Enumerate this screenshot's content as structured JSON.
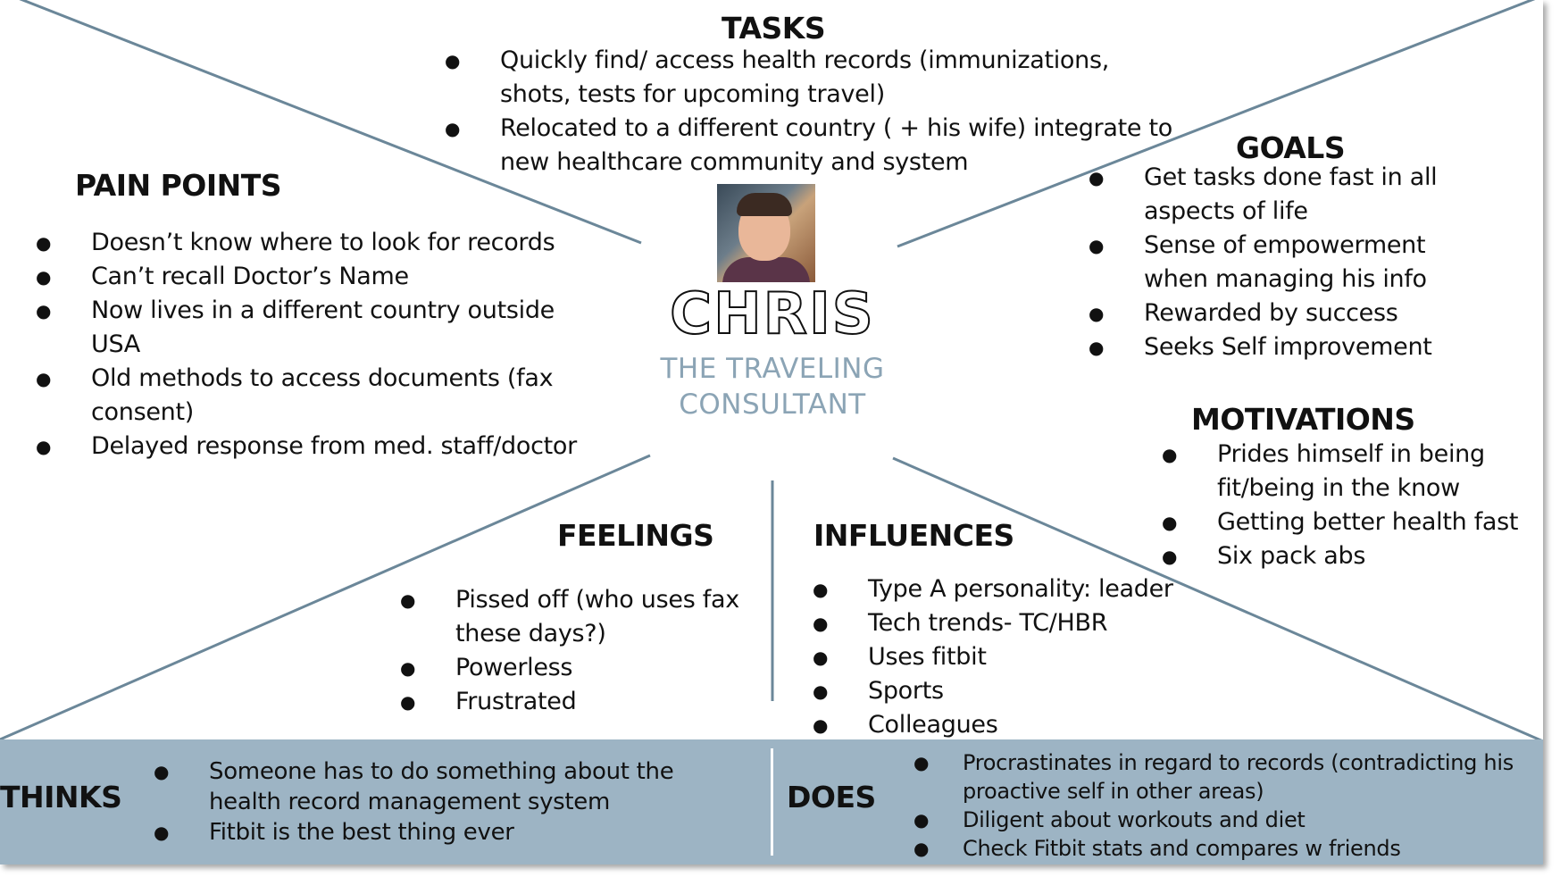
{
  "persona": {
    "name": "CHRIS",
    "subtitle": "THE TRAVELING CONSULTANT"
  },
  "tasks": {
    "heading": "TASKS",
    "items": [
      "Quickly find/ access health records (immunizations, shots, tests  for upcoming travel)",
      "Relocated to a  different country ( + his wife) integrate to new healthcare community and system"
    ]
  },
  "pain_points": {
    "heading": "PAIN POINTS",
    "items": [
      "Doesn’t know where to look for records",
      "Can’t recall Doctor’s Name",
      "Now lives in a different country outside USA",
      "Old methods to access documents (fax consent)",
      "Delayed response from med. staff/doctor"
    ]
  },
  "goals": {
    "heading": "GOALS",
    "items": [
      "Get tasks done fast in all aspects of life",
      "Sense of empowerment when managing his info",
      "Rewarded by success",
      "Seeks Self improvement"
    ]
  },
  "motivations": {
    "heading": "MOTIVATIONS",
    "items": [
      "Prides himself in being fit/being in the know",
      "Getting better health fast",
      "Six pack abs"
    ]
  },
  "feelings": {
    "heading": "FEELINGS",
    "items": [
      "Pissed off (who uses fax these days?)",
      "Powerless",
      "Frustrated"
    ]
  },
  "influences": {
    "heading": "INFLUENCES",
    "items": [
      "Type A personality: leader",
      "Tech trends- TC/HBR",
      "Uses fitbit",
      "Sports",
      "Colleagues"
    ]
  },
  "thinks": {
    "heading": "THINKS",
    "items": [
      "Someone has to do something about the health record management system",
      "Fitbit is the best thing ever"
    ]
  },
  "does": {
    "heading": "DOES",
    "items": [
      "Procrastinates in regard to records (contradicting his proactive self in other areas)",
      "Diligent about workouts and diet",
      "Check Fitbit stats and compares w friends"
    ]
  },
  "colors": {
    "band": "#9db4c4",
    "subtitle": "#8ba4b5",
    "lines": "#6b8799"
  }
}
